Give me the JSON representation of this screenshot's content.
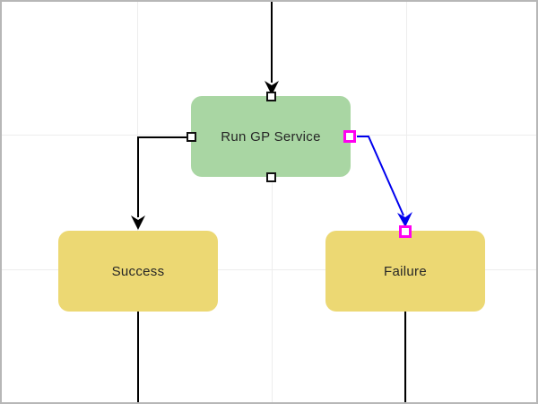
{
  "canvas": {
    "background_color": "#ffffff",
    "border_color": "#b7b7b7",
    "gridline_color": "#ededed"
  },
  "nodes": [
    {
      "label": "Run GP Service",
      "fill": "#a9d6a3",
      "text_color": "#262626",
      "shape": "rounded-rectangle"
    },
    {
      "label": "Success",
      "fill": "#ecd873",
      "text_color": "#262626",
      "shape": "rounded-rectangle"
    },
    {
      "label": "Failure",
      "fill": "#ecd873",
      "text_color": "#262626",
      "shape": "rounded-rectangle"
    }
  ],
  "edges": [
    {
      "name": "edge-incoming-top",
      "color": "#000000",
      "style": "arrow into top of Run GP Service"
    },
    {
      "name": "edge-rungp-to-success",
      "color": "#000000",
      "style": "orthogonal arrow from left port down to Success"
    },
    {
      "name": "edge-rungp-to-failure",
      "color": "#0000ee",
      "style": "selected arrow from right port down to Failure top port"
    },
    {
      "name": "edge-success-out-bottom",
      "color": "#000000",
      "style": "line exiting bottom of canvas"
    },
    {
      "name": "edge-failure-out-bottom",
      "color": "#000000",
      "style": "line exiting bottom of canvas"
    }
  ],
  "ports": {
    "default_border_color": "#111111",
    "selected_border_color": "#ff00f0",
    "fill": "#ffffff"
  }
}
